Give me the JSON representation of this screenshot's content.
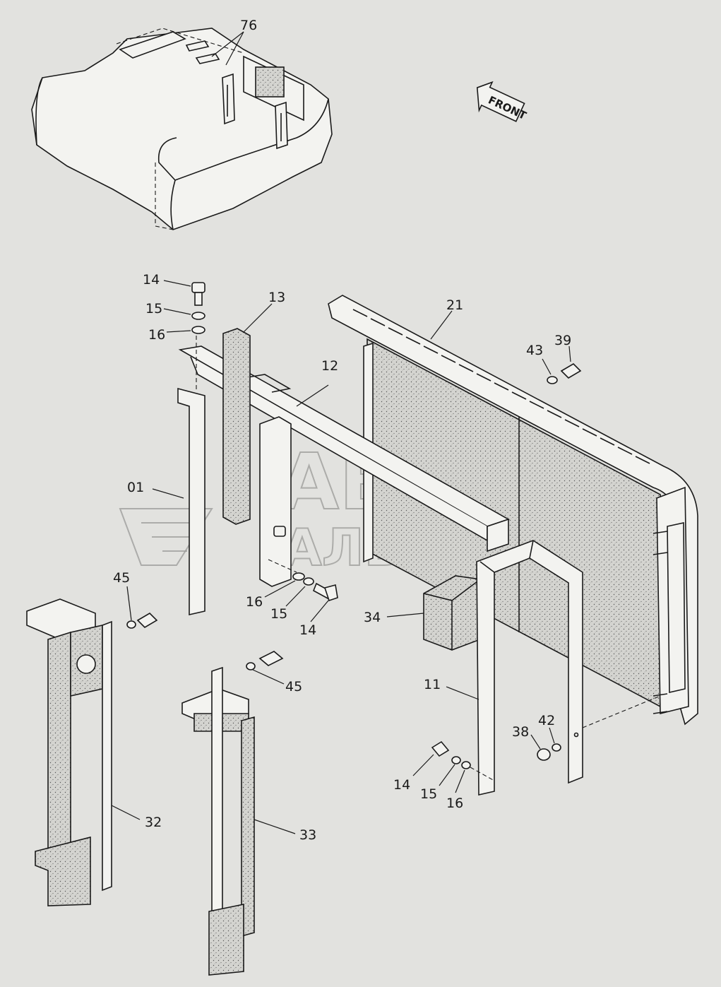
{
  "colors": {
    "background": "#e2e2df",
    "line": "#1a1a1a",
    "watermark": "#9a9a98"
  },
  "direction_arrow": {
    "text": "FRONT"
  },
  "watermark": {
    "line1": "АВТО",
    "line2": "АЛЬЯНС"
  },
  "callouts": {
    "c76": "76",
    "c14a": "14",
    "c15a": "15",
    "c16a": "16",
    "c13": "13",
    "c12": "12",
    "c21": "21",
    "c43": "43",
    "c39": "39",
    "c01": "01",
    "c16b": "16",
    "c15b": "15",
    "c14b": "14",
    "c45a": "45",
    "c45b": "45",
    "c34": "34",
    "c11": "11",
    "c42": "42",
    "c38": "38",
    "c14c": "14",
    "c15c": "15",
    "c16c": "16",
    "c32": "32",
    "c33": "33"
  }
}
